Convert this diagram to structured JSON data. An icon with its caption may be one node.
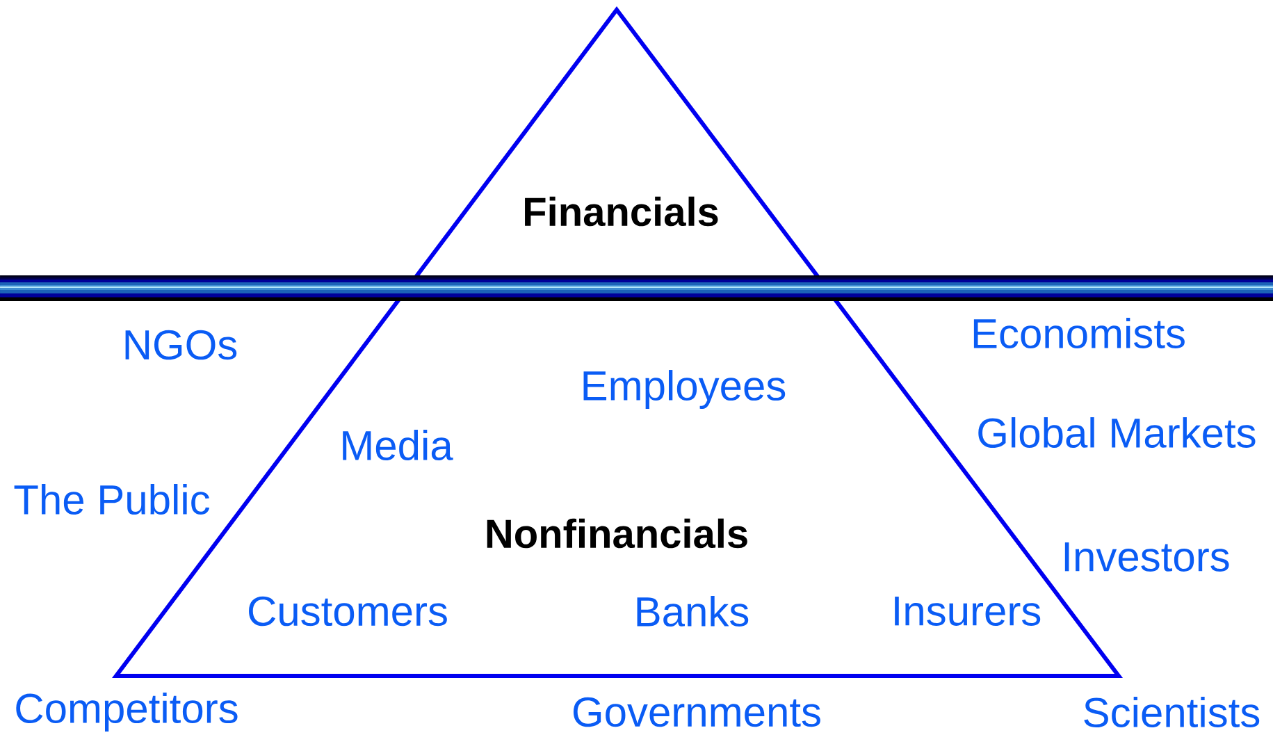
{
  "diagram": {
    "nodes": [
      {
        "text": [
          "Financials",
          "Nonfinancials"
        ]
      }
    ],
    "labels": [
      "NGOs",
      "Economists",
      "Employees",
      "Media",
      "Global Markets",
      "The Public",
      "Investors",
      "Customers",
      "Banks",
      "Insurers",
      "Competitors",
      "Governments",
      "Scientists"
    ]
  }
}
